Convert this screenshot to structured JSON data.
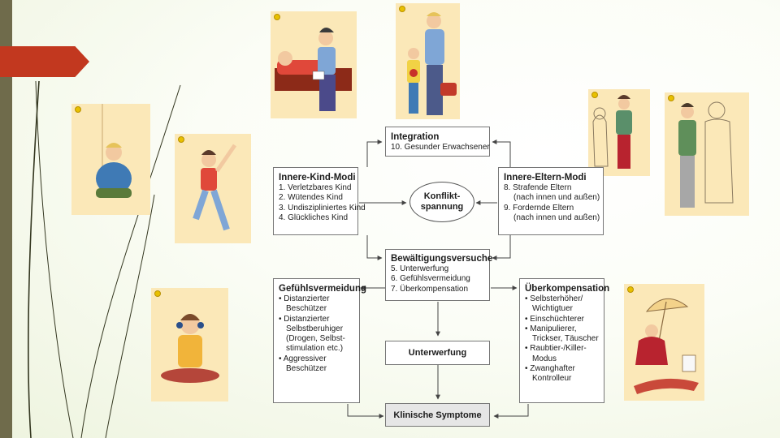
{
  "diagram": {
    "integration": {
      "title": "Integration",
      "items": [
        "10. Gesunder Erwachsener"
      ]
    },
    "inner_child": {
      "title": "Innere-Kind-Modi",
      "items": [
        "1. Verletzbares Kind",
        "2. Wütendes Kind",
        "3. Undiszipliniertes Kind",
        "4. Glückliches Kind"
      ]
    },
    "conflict": {
      "line1": "Konflikt-",
      "line2": "spannung"
    },
    "inner_parent": {
      "title": "Innere-Eltern-Modi",
      "items": [
        "8. Strafende Eltern",
        "(nach innen und außen)",
        "9. Fordernde Eltern",
        "(nach innen und außen)"
      ]
    },
    "coping": {
      "title": "Bewältigungsversuche",
      "items": [
        "5. Unterwerfung",
        "6. Gefühlsvermeidung",
        "7. Überkompensation"
      ]
    },
    "avoidance": {
      "title": "Gefühlsvermeidung",
      "items": [
        "• Distanzierter",
        "Beschützer",
        "• Distanzierter",
        "Selbstberuhiger",
        "(Drogen, Selbst-",
        "stimulation etc.)",
        "• Aggressiver",
        "Beschützer"
      ]
    },
    "submission": {
      "title": "Unterwerfung"
    },
    "overcompensation": {
      "title": "Überkompensation",
      "items": [
        "• Selbsterhöher/",
        "Wichtigtuer",
        "• Einschüchterer",
        "• Manipulierer,",
        "Trickser, Täuscher",
        "• Raubtier-/Killer-",
        "Modus",
        "• Zwanghafter",
        "Kontrolleur"
      ]
    },
    "symptoms": {
      "title": "Klinische Symptome"
    }
  },
  "colors": {
    "left_bar": "#6f6b4b",
    "accent": "#c2381f",
    "card": "#fbe8b8",
    "box_border": "#777777"
  }
}
